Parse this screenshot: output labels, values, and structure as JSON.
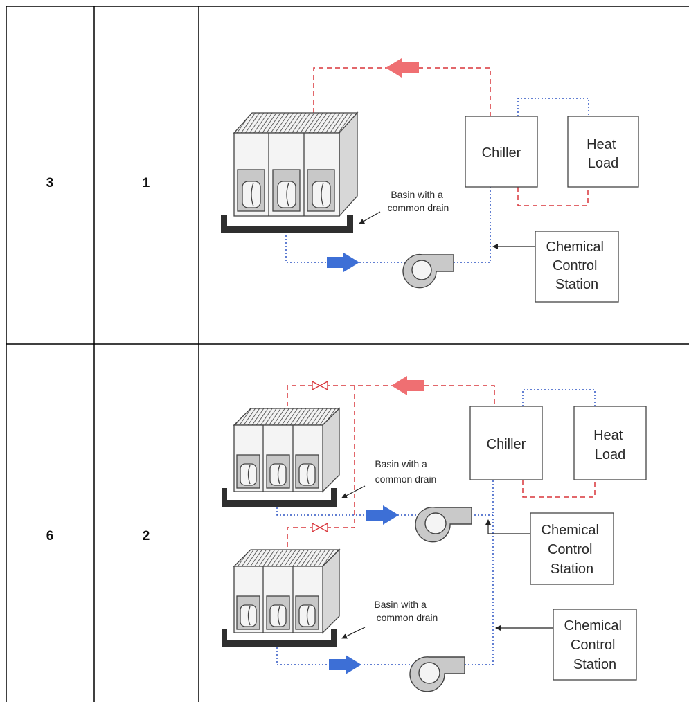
{
  "table": {
    "rows": [
      {
        "col1": "3",
        "col2": "1",
        "diagram": {
          "basin_label": [
            "Basin with a",
            "common drain"
          ],
          "chiller_label": "Chiller",
          "heat_load_label": [
            "Heat",
            "Load"
          ],
          "chemical_station_label": [
            "Chemical",
            "Control",
            "Station"
          ]
        }
      },
      {
        "col1": "6",
        "col2": "2",
        "diagram": {
          "basin_label_1": [
            "Basin with a",
            "common drain"
          ],
          "basin_label_2": [
            "Basin with a",
            "common drain"
          ],
          "chiller_label": "Chiller",
          "heat_load_label": [
            "Heat",
            "Load"
          ],
          "chemical_station_1_label": [
            "Chemical",
            "Control",
            "Station"
          ],
          "chemical_station_2_label": [
            "Chemical",
            "Control",
            "Station"
          ]
        }
      }
    ]
  },
  "colors": {
    "supply_line": "#d9353a",
    "return_line": "#2f55c4",
    "supply_arrow": "#ef6f72",
    "return_arrow": "#3d6fd6",
    "tower_fill": "#ececec",
    "pump_fill": "#c9c9c9",
    "basin_fill": "#2f2f2f"
  },
  "icons": [
    "cooling-tower-icon",
    "pump-icon",
    "valve-icon",
    "flow-arrow-icon"
  ]
}
